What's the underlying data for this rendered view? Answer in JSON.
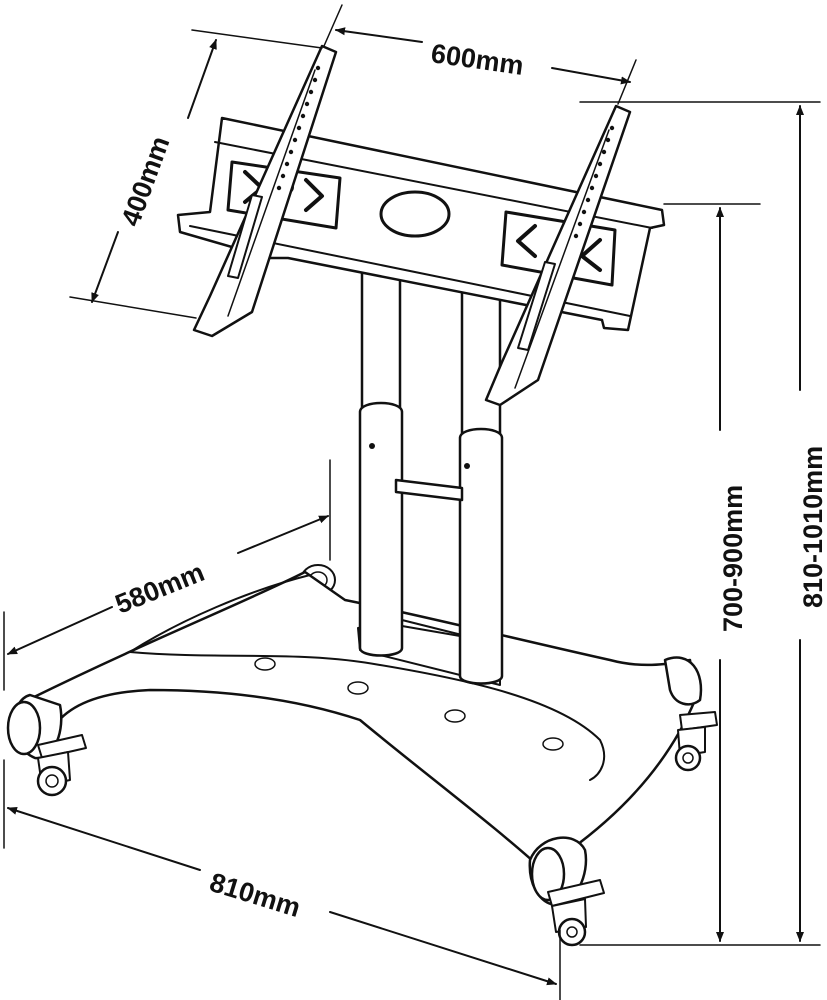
{
  "dimensions": {
    "mount_width": "600mm",
    "mount_height": "400mm",
    "base_depth": "580mm",
    "base_width": "810mm",
    "height_to_bracket": "700-900mm",
    "total_height": "810-1010mm"
  }
}
